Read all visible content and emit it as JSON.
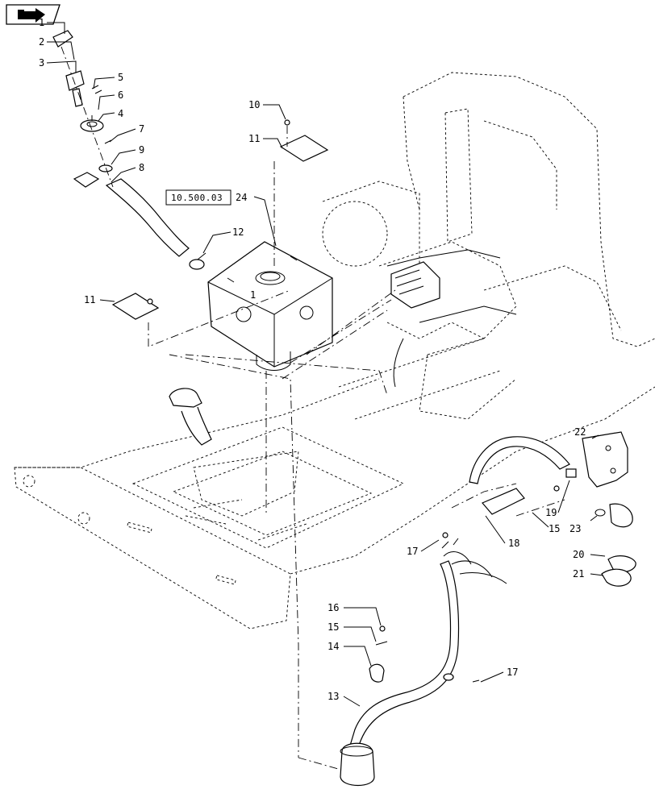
{
  "nav": {
    "icon": "return-arrow-icon"
  },
  "reference": {
    "text": "10.500.03"
  },
  "callouts": [
    {
      "id": "c1",
      "text": "1"
    },
    {
      "id": "c2",
      "text": "2"
    },
    {
      "id": "c3",
      "text": "3"
    },
    {
      "id": "c4",
      "text": "4"
    },
    {
      "id": "c5",
      "text": "5"
    },
    {
      "id": "c6",
      "text": "6"
    },
    {
      "id": "c7",
      "text": "7"
    },
    {
      "id": "c8",
      "text": "8"
    },
    {
      "id": "c9",
      "text": "9"
    },
    {
      "id": "c10",
      "text": "10"
    },
    {
      "id": "c11a",
      "text": "11"
    },
    {
      "id": "c11b",
      "text": "11"
    },
    {
      "id": "c12",
      "text": "12"
    },
    {
      "id": "c13",
      "text": "13"
    },
    {
      "id": "c14",
      "text": "14"
    },
    {
      "id": "c15a",
      "text": "15"
    },
    {
      "id": "c15b",
      "text": "15"
    },
    {
      "id": "c16",
      "text": "16"
    },
    {
      "id": "c17a",
      "text": "17"
    },
    {
      "id": "c17b",
      "text": "17"
    },
    {
      "id": "c18",
      "text": "18"
    },
    {
      "id": "c19",
      "text": "19"
    },
    {
      "id": "c20",
      "text": "20"
    },
    {
      "id": "c21",
      "text": "21"
    },
    {
      "id": "c22",
      "text": "22"
    },
    {
      "id": "c23",
      "text": "23"
    },
    {
      "id": "c24",
      "text": "24"
    },
    {
      "id": "c1b",
      "text": "1"
    }
  ]
}
